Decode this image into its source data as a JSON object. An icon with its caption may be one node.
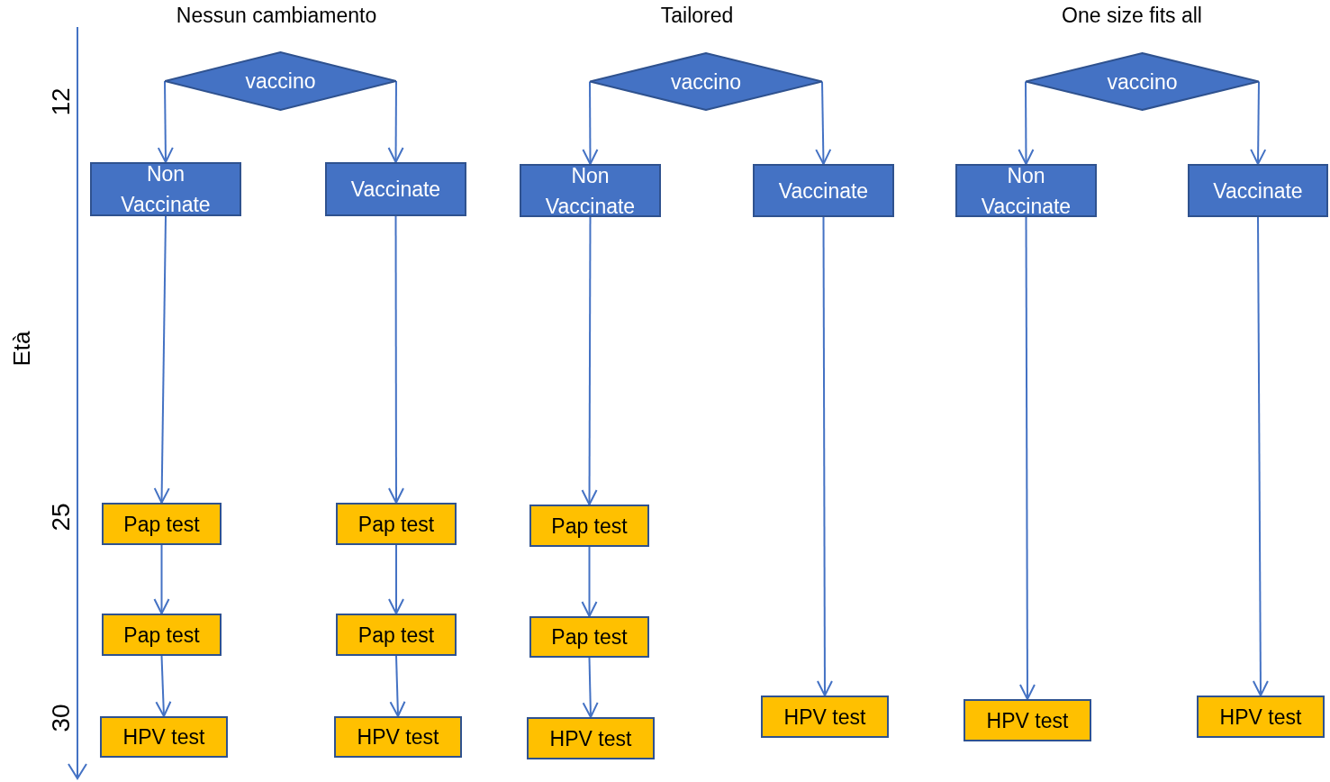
{
  "diagram": {
    "nodes": [
      {
        "text": [
          "vaccino"
        ]
      },
      {
        "text": [
          "Non Vaccinate"
        ]
      },
      {
        "text": [
          "Vaccinate"
        ]
      },
      {
        "text": [
          "Pap test"
        ]
      },
      {
        "text": [
          "Pap test"
        ]
      },
      {
        "text": [
          "Pap test"
        ]
      },
      {
        "text": [
          "Pap test"
        ]
      },
      {
        "text": [
          "HPV test"
        ]
      },
      {
        "text": [
          "HPV test"
        ]
      },
      {
        "text": [
          "vaccino"
        ]
      },
      {
        "text": [
          "Non Vaccinate"
        ]
      },
      {
        "text": [
          "Vaccinate"
        ]
      },
      {
        "text": [
          "Pap test"
        ]
      },
      {
        "text": [
          "Pap test"
        ]
      },
      {
        "text": [
          "HPV test"
        ]
      },
      {
        "text": [
          "HPV test"
        ]
      },
      {
        "text": [
          "vaccino"
        ]
      },
      {
        "text": [
          "Non Vaccinate"
        ]
      },
      {
        "text": [
          "Vaccinate"
        ]
      },
      {
        "text": [
          "HPV test"
        ]
      },
      {
        "text": [
          "HPV test"
        ]
      }
    ],
    "edges": [
      {
        "from": 0,
        "to": 1,
        "arrow": "to"
      },
      {
        "from": 0,
        "to": 2,
        "arrow": "to"
      },
      {
        "from": 1,
        "to": 3,
        "arrow": "to"
      },
      {
        "from": 2,
        "to": 4,
        "arrow": "to"
      },
      {
        "from": 3,
        "to": 5,
        "arrow": "to"
      },
      {
        "from": 4,
        "to": 6,
        "arrow": "to"
      },
      {
        "from": 5,
        "to": 7,
        "arrow": "to"
      },
      {
        "from": 6,
        "to": 8,
        "arrow": "to"
      },
      {
        "from": 9,
        "to": 10,
        "arrow": "to"
      },
      {
        "from": 9,
        "to": 11,
        "arrow": "to"
      },
      {
        "from": 10,
        "to": 12,
        "arrow": "to"
      },
      {
        "from": 11,
        "to": 15,
        "arrow": "to"
      },
      {
        "from": 12,
        "to": 13,
        "arrow": "to"
      },
      {
        "from": 13,
        "to": 14,
        "arrow": "to"
      },
      {
        "from": 16,
        "to": 17,
        "arrow": "to"
      },
      {
        "from": 16,
        "to": 18,
        "arrow": "to"
      },
      {
        "from": 17,
        "to": 19,
        "arrow": "to"
      },
      {
        "from": 18,
        "to": 20,
        "arrow": "to"
      }
    ],
    "labels": [
      "Nessun cambiamento",
      "Tailored",
      "One size fits all",
      "Età",
      "12",
      "25",
      "30"
    ]
  }
}
